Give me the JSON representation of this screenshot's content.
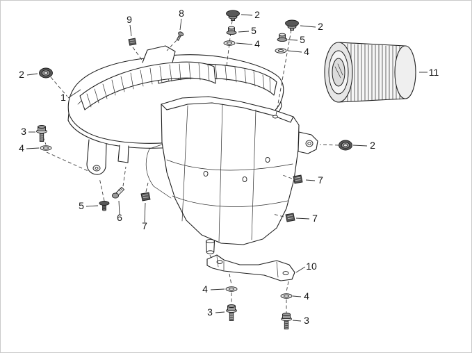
{
  "page": {
    "background": "#ffffff",
    "border_color": "#c9c9c9",
    "line_color": "#1f1f1f",
    "fastener_dark": "#585858",
    "fastener_mid": "#9a9a9a",
    "fastener_light": "#e6e6e6"
  },
  "callouts": [
    {
      "label": "9"
    },
    {
      "label": "8"
    },
    {
      "label": "2"
    },
    {
      "label": "5"
    },
    {
      "label": "4"
    },
    {
      "label": "2"
    },
    {
      "label": "5"
    },
    {
      "label": "4"
    },
    {
      "label": "11"
    },
    {
      "label": "2"
    },
    {
      "label": "1"
    },
    {
      "label": "3"
    },
    {
      "label": "4"
    },
    {
      "label": "2"
    },
    {
      "label": "7"
    },
    {
      "label": "5"
    },
    {
      "label": "6"
    },
    {
      "label": "7"
    },
    {
      "label": "7"
    },
    {
      "label": "10"
    },
    {
      "label": "4"
    },
    {
      "label": "4"
    },
    {
      "label": "3"
    },
    {
      "label": "3"
    }
  ]
}
